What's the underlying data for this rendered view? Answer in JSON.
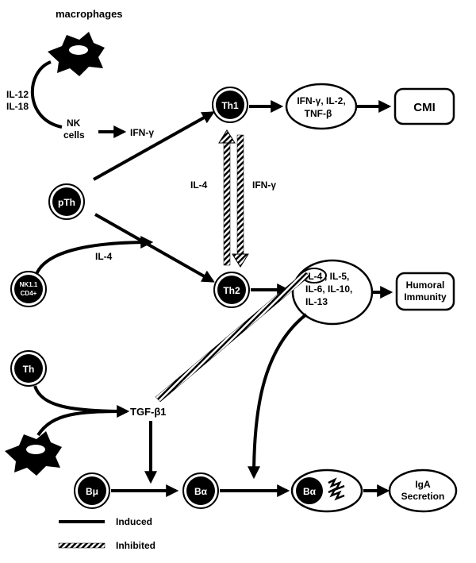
{
  "labels": {
    "macrophages": "macrophages",
    "il12": "IL-12",
    "il18": "IL-18",
    "nk_line1": "NK",
    "nk_line2": "cells",
    "ifn_gamma_nk": "IFN-γ",
    "th1": "Th1",
    "th1_cytokines_line1": "IFN-γ, IL-2,",
    "th1_cytokines_line2": "TNF-β",
    "cmi": "CMI",
    "il4_cross": "IL-4",
    "ifn_gamma_cross": "IFN-γ",
    "pth": "pTh",
    "nk11_line1": "NK1.1",
    "nk11_line2": "CD4+",
    "il4_nk11": "IL-4",
    "th2": "Th2",
    "th2_cytokines_line1_a": "IL-4",
    "th2_cytokines_line1_b": ", IL-5,",
    "th2_cytokines_line2": "IL-6, IL-10,",
    "th2_cytokines_line3": "IL-13",
    "humoral_line1": "Humoral",
    "humoral_line2": "Immunity",
    "th": "Th",
    "tgf_beta1": "TGF-β1",
    "b_mu": "Bμ",
    "b_alpha": "Bα",
    "b_alpha_secreting": "Bα",
    "iga_line1": "IgA",
    "iga_line2": "Secretion"
  },
  "legend": {
    "induced": "Induced",
    "inhibited": "Inhibited"
  }
}
